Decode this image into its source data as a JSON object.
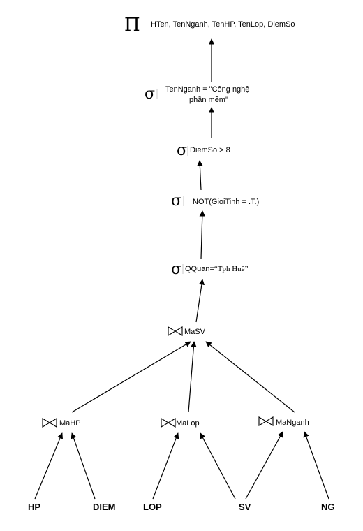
{
  "projection": {
    "symbol": "Π",
    "attributes": "HTen, TenNganh, TenHP, TenLop, DiemSo"
  },
  "selections": [
    {
      "symbol": "σ",
      "line1": "TenNganh = \"Công nghệ",
      "line2": "phần mềm\""
    },
    {
      "symbol": "σ",
      "line1": "DiemSo > 8"
    },
    {
      "symbol": "σ",
      "line1": "NOT(GioiTinh = .T.)"
    },
    {
      "symbol": "σ",
      "line1_prefix": "QQuan=",
      "line1_quoted": "“Tph Huế”"
    }
  ],
  "joins": {
    "top": {
      "attribute": "MaSV"
    },
    "left": {
      "attribute": "MaHP"
    },
    "middle": {
      "attribute": "MaLop"
    },
    "right": {
      "attribute": "MaNganh"
    }
  },
  "relations": [
    "HP",
    "DIEM",
    "LOP",
    "SV",
    "NG"
  ]
}
